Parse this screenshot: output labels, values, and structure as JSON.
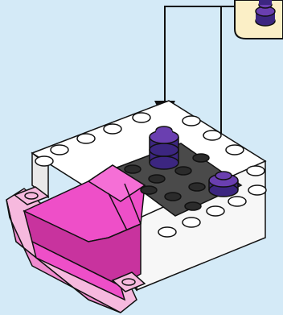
{
  "scene": {
    "description_hidden": "",
    "colors": {
      "background": "#d4eaf7",
      "callout_fill": "#fbefc6",
      "white_brick": "#ffffff",
      "dark_plate": "#3d3d3d",
      "magenta": "#ee4fc8",
      "magenta_dark": "#c8339e",
      "pink_light": "#f6b9de",
      "pink_mid": "#f08bcf",
      "purple_top": "#6a3fb0",
      "purple_side": "#3c2680",
      "outline": "#111111"
    },
    "icons": {
      "callout": "callout-box",
      "arrow": "down-arrow",
      "part": "purple-round-brick-stack"
    }
  }
}
